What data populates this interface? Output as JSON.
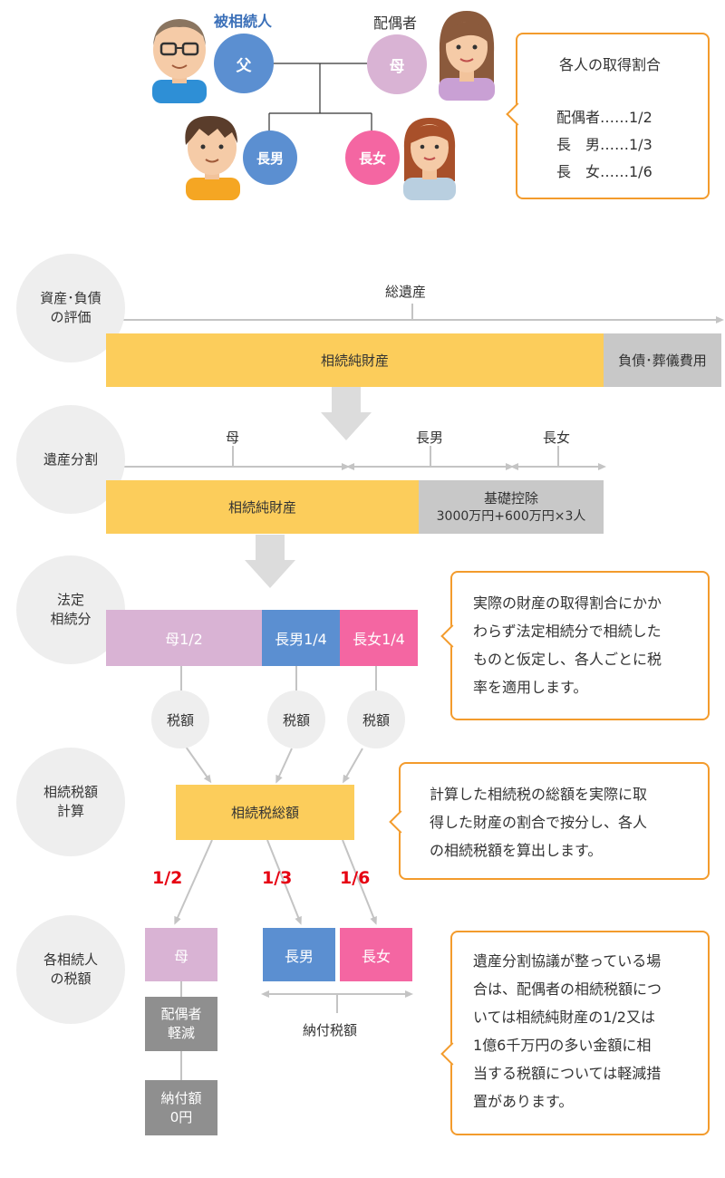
{
  "family": {
    "deceased_role": "被相続人",
    "father": "父",
    "spouse_role": "配偶者",
    "mother": "母",
    "son": "長男",
    "daughter": "長女"
  },
  "ratios_box": {
    "title": "各人の取得割合",
    "lines": [
      "配偶者……1/2",
      "長　男……1/3",
      "長　女……1/6"
    ]
  },
  "step1": {
    "label_lines": [
      "資産･負債",
      "の評価"
    ],
    "total_label": "総遺産",
    "net_estate": "相続純財産",
    "debts": "負債･葬儀費用"
  },
  "step2": {
    "label": "遺産分割",
    "heirs": [
      "母",
      "長男",
      "長女"
    ],
    "net_estate": "相続純財産",
    "deduction_title": "基礎控除",
    "deduction_formula": "3000万円+600万円×3人"
  },
  "step3": {
    "label_lines": [
      "法定",
      "相続分"
    ],
    "shares": [
      "母1/2",
      "長男1/4",
      "長女1/4"
    ],
    "tax_label": "税額",
    "note_lines": [
      "実際の財産の取得割合にかか",
      "わらず法定相続分で相続した",
      "ものと仮定し、各人ごとに税",
      "率を適用します。"
    ]
  },
  "step4": {
    "label_lines": [
      "相続税額",
      "計算"
    ],
    "total_tax": "相続税総額",
    "note_lines": [
      "計算した相続税の総額を実際に取",
      "得した財産の割合で按分し、各人",
      "の相続税額を算出します。"
    ]
  },
  "step5": {
    "label_lines": [
      "各相続人",
      "の税額"
    ],
    "fractions": [
      "1/2",
      "1/3",
      "1/6"
    ],
    "mother": "母",
    "son": "長男",
    "daughter": "長女",
    "spouse_relief_lines": [
      "配偶者",
      "軽減"
    ],
    "payment_lines": [
      "納付額",
      "0円"
    ],
    "payable_tax": "納付税額",
    "note_lines": [
      "遺産分割協議が整っている場",
      "合は、配偶者の相続税額につ",
      "いては相続純財産の1/2又は",
      "1億6千万円の多い金額に相",
      "当する税額については軽減措",
      "置があります。"
    ]
  },
  "colors": {
    "father_blue": "#5b8fd1",
    "mother_pink": "#d9b3d4",
    "son_blue": "#5b8fd1",
    "daughter_pink": "#f466a2",
    "estate_yellow": "#fccd5b",
    "debt_gray": "#c8c8c8",
    "callout_orange": "#f39b2c",
    "fraction_red": "#e60012"
  }
}
